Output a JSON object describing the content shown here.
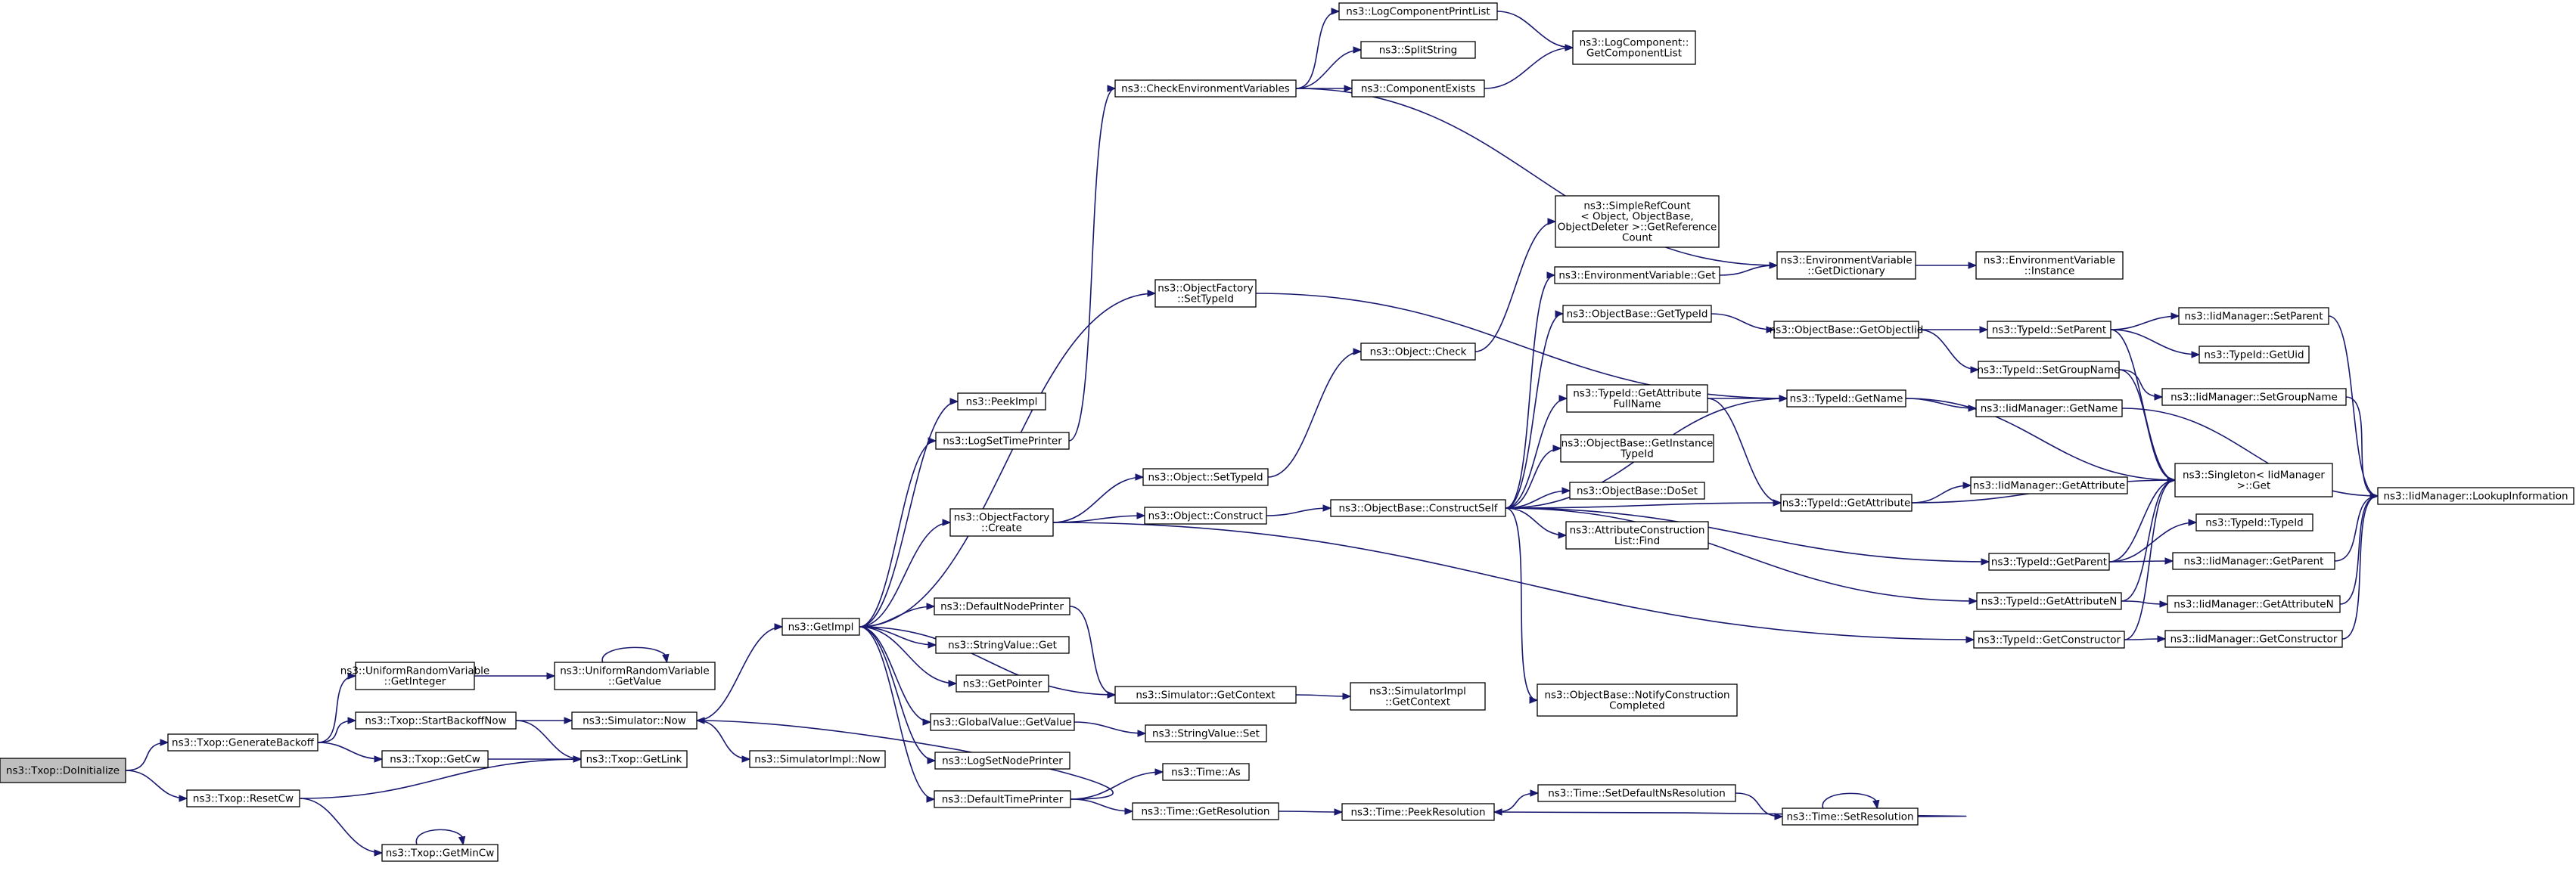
{
  "diagram": {
    "type": "call-graph",
    "title": "",
    "colors": {
      "edge": "#191970",
      "root_fill": "#bfbfbf",
      "node_fill": "#ffffff",
      "node_border": "#000000"
    },
    "nodes": [
      {
        "id": "DoInitialize",
        "lines": [
          "ns3::Txop::DoInitialize"
        ],
        "root": true
      },
      {
        "id": "GenerateBackoff",
        "lines": [
          "ns3::Txop::GenerateBackoff"
        ]
      },
      {
        "id": "ResetCw",
        "lines": [
          "ns3::Txop::ResetCw"
        ]
      },
      {
        "id": "URVGetInteger",
        "lines": [
          "ns3::UniformRandomVariable",
          "::GetInteger"
        ]
      },
      {
        "id": "StartBackoffNow",
        "lines": [
          "ns3::Txop::StartBackoffNow"
        ]
      },
      {
        "id": "GetCw",
        "lines": [
          "ns3::Txop::GetCw"
        ]
      },
      {
        "id": "GetMinCw",
        "lines": [
          "ns3::Txop::GetMinCw"
        ]
      },
      {
        "id": "URVGetValue",
        "lines": [
          "ns3::UniformRandomVariable",
          "::GetValue"
        ]
      },
      {
        "id": "SimNow",
        "lines": [
          "ns3::Simulator::Now"
        ]
      },
      {
        "id": "GetLink",
        "lines": [
          "ns3::Txop::GetLink"
        ]
      },
      {
        "id": "SimImplNow",
        "lines": [
          "ns3::SimulatorImpl::Now"
        ]
      },
      {
        "id": "GetImpl",
        "lines": [
          "ns3::GetImpl"
        ]
      },
      {
        "id": "PeekImpl",
        "lines": [
          "ns3::PeekImpl"
        ]
      },
      {
        "id": "LogSetTimePrinter",
        "lines": [
          "ns3::LogSetTimePrinter"
        ]
      },
      {
        "id": "OFCreate",
        "lines": [
          "ns3::ObjectFactory",
          "::Create"
        ]
      },
      {
        "id": "DefaultNodePrinter",
        "lines": [
          "ns3::DefaultNodePrinter"
        ]
      },
      {
        "id": "StringValueGet",
        "lines": [
          "ns3::StringValue::Get"
        ]
      },
      {
        "id": "GetPointer",
        "lines": [
          "ns3::GetPointer"
        ]
      },
      {
        "id": "GVGetValue",
        "lines": [
          "ns3::GlobalValue::GetValue"
        ]
      },
      {
        "id": "LogSetNodePrinter",
        "lines": [
          "ns3::LogSetNodePrinter"
        ]
      },
      {
        "id": "DefaultTimePrinter",
        "lines": [
          "ns3::DefaultTimePrinter"
        ]
      },
      {
        "id": "CheckEnv",
        "lines": [
          "ns3::CheckEnvironmentVariables"
        ]
      },
      {
        "id": "OFSetTypeId",
        "lines": [
          "ns3::ObjectFactory",
          "::SetTypeId"
        ]
      },
      {
        "id": "ObjSetTypeId",
        "lines": [
          "ns3::Object::SetTypeId"
        ]
      },
      {
        "id": "ObjConstruct",
        "lines": [
          "ns3::Object::Construct"
        ]
      },
      {
        "id": "SimGetContext",
        "lines": [
          "ns3::Simulator::GetContext"
        ]
      },
      {
        "id": "StringValueSet",
        "lines": [
          "ns3::StringValue::Set"
        ]
      },
      {
        "id": "TimeAs",
        "lines": [
          "ns3::Time::As"
        ]
      },
      {
        "id": "TimeGetRes",
        "lines": [
          "ns3::Time::GetResolution"
        ]
      },
      {
        "id": "LogCompPrintList",
        "lines": [
          "ns3::LogComponentPrintList"
        ]
      },
      {
        "id": "SplitString",
        "lines": [
          "ns3::SplitString"
        ]
      },
      {
        "id": "ComponentExists",
        "lines": [
          "ns3::ComponentExists"
        ]
      },
      {
        "id": "ObjCheck",
        "lines": [
          "ns3::Object::Check"
        ]
      },
      {
        "id": "OBConstructSelf",
        "lines": [
          "ns3::ObjectBase::ConstructSelf"
        ]
      },
      {
        "id": "SimImplGetContext",
        "lines": [
          "ns3::SimulatorImpl",
          "::GetContext"
        ]
      },
      {
        "id": "TimePeekRes",
        "lines": [
          "ns3::Time::PeekResolution"
        ]
      },
      {
        "id": "LogCompGetList",
        "lines": [
          "ns3::LogComponent::",
          "GetComponentList"
        ]
      },
      {
        "id": "SimpleRefCount",
        "lines": [
          "ns3::SimpleRefCount",
          "< Object, ObjectBase,",
          "ObjectDeleter >::GetReference",
          "Count"
        ]
      },
      {
        "id": "EnvVarGet",
        "lines": [
          "ns3::EnvironmentVariable::Get"
        ]
      },
      {
        "id": "OBGetTypeId",
        "lines": [
          "ns3::ObjectBase::GetTypeId"
        ]
      },
      {
        "id": "TIGetAttrFullName",
        "lines": [
          "ns3::TypeId::GetAttribute",
          "FullName"
        ]
      },
      {
        "id": "OBGetInstanceTypeId",
        "lines": [
          "ns3::ObjectBase::GetInstance",
          "TypeId"
        ]
      },
      {
        "id": "OBDoSet",
        "lines": [
          "ns3::ObjectBase::DoSet"
        ]
      },
      {
        "id": "ACListFind",
        "lines": [
          "ns3::AttributeConstruction",
          "List::Find"
        ]
      },
      {
        "id": "OBNotify",
        "lines": [
          "ns3::ObjectBase::NotifyConstruction",
          "Completed"
        ]
      },
      {
        "id": "TimeSetDefNsRes",
        "lines": [
          "ns3::Time::SetDefaultNsResolution"
        ]
      },
      {
        "id": "EnvVarGetDict",
        "lines": [
          "ns3::EnvironmentVariable",
          "::GetDictionary"
        ]
      },
      {
        "id": "OBGetObjectIid",
        "lines": [
          "ns3::ObjectBase::GetObjectIid"
        ]
      },
      {
        "id": "TIGetName",
        "lines": [
          "ns3::TypeId::GetName"
        ]
      },
      {
        "id": "TIGetAttribute",
        "lines": [
          "ns3::TypeId::GetAttribute"
        ]
      },
      {
        "id": "TIGetParent",
        "lines": [
          "ns3::TypeId::GetParent"
        ]
      },
      {
        "id": "TIGetAttributeN",
        "lines": [
          "ns3::TypeId::GetAttributeN"
        ]
      },
      {
        "id": "TIGetConstructor",
        "lines": [
          "ns3::TypeId::GetConstructor"
        ]
      },
      {
        "id": "TimeSetRes",
        "lines": [
          "ns3::Time::SetResolution"
        ]
      },
      {
        "id": "EnvVarInstance",
        "lines": [
          "ns3::EnvironmentVariable",
          "::Instance"
        ]
      },
      {
        "id": "TISetParent",
        "lines": [
          "ns3::TypeId::SetParent"
        ]
      },
      {
        "id": "TISetGroupName",
        "lines": [
          "ns3::TypeId::SetGroupName"
        ]
      },
      {
        "id": "IidGetName",
        "lines": [
          "ns3::IidManager::GetName"
        ]
      },
      {
        "id": "IidGetAttribute",
        "lines": [
          "ns3::IidManager::GetAttribute"
        ]
      },
      {
        "id": "SingletonGet",
        "lines": [
          "ns3::Singleton< IidManager",
          ">::Get"
        ]
      },
      {
        "id": "IidSetParent",
        "lines": [
          "ns3::IidManager::SetParent"
        ]
      },
      {
        "id": "TIGetUid",
        "lines": [
          "ns3::TypeId::GetUid"
        ]
      },
      {
        "id": "IidSetGroupName",
        "lines": [
          "ns3::IidManager::SetGroupName"
        ]
      },
      {
        "id": "TITypeId",
        "lines": [
          "ns3::TypeId::TypeId"
        ]
      },
      {
        "id": "IidGetParent",
        "lines": [
          "ns3::IidManager::GetParent"
        ]
      },
      {
        "id": "IidGetAttributeN",
        "lines": [
          "ns3::IidManager::GetAttributeN"
        ]
      },
      {
        "id": "IidGetConstructor",
        "lines": [
          "ns3::IidManager::GetConstructor"
        ]
      },
      {
        "id": "IidLookup",
        "lines": [
          "ns3::IidManager::LookupInformation"
        ]
      }
    ],
    "edges": [
      [
        "DoInitialize",
        "GenerateBackoff"
      ],
      [
        "DoInitialize",
        "ResetCw"
      ],
      [
        "GenerateBackoff",
        "URVGetInteger"
      ],
      [
        "GenerateBackoff",
        "StartBackoffNow"
      ],
      [
        "GenerateBackoff",
        "GetCw"
      ],
      [
        "ResetCw",
        "GetMinCw"
      ],
      [
        "ResetCw",
        "GetLink"
      ],
      [
        "URVGetInteger",
        "URVGetValue"
      ],
      [
        "URVGetValue",
        "URVGetValue"
      ],
      [
        "StartBackoffNow",
        "SimNow"
      ],
      [
        "StartBackoffNow",
        "GetLink"
      ],
      [
        "GetCw",
        "GetLink"
      ],
      [
        "GetMinCw",
        "GetMinCw"
      ],
      [
        "SimNow",
        "GetImpl"
      ],
      [
        "SimNow",
        "SimImplNow"
      ],
      [
        "GetImpl",
        "PeekImpl"
      ],
      [
        "GetImpl",
        "LogSetTimePrinter"
      ],
      [
        "GetImpl",
        "OFCreate"
      ],
      [
        "GetImpl",
        "OFSetTypeId"
      ],
      [
        "GetImpl",
        "DefaultNodePrinter"
      ],
      [
        "GetImpl",
        "StringValueGet"
      ],
      [
        "GetImpl",
        "GetPointer"
      ],
      [
        "GetImpl",
        "GVGetValue"
      ],
      [
        "GetImpl",
        "LogSetNodePrinter"
      ],
      [
        "GetImpl",
        "DefaultTimePrinter"
      ],
      [
        "GetImpl",
        "SimGetContext"
      ],
      [
        "LogSetTimePrinter",
        "CheckEnv"
      ],
      [
        "OFCreate",
        "ObjSetTypeId"
      ],
      [
        "OFCreate",
        "ObjConstruct"
      ],
      [
        "OFCreate",
        "TIGetConstructor"
      ],
      [
        "DefaultNodePrinter",
        "SimGetContext"
      ],
      [
        "GVGetValue",
        "StringValueSet"
      ],
      [
        "DefaultTimePrinter",
        "SimNow"
      ],
      [
        "DefaultTimePrinter",
        "TimeAs"
      ],
      [
        "DefaultTimePrinter",
        "TimeGetRes"
      ],
      [
        "CheckEnv",
        "LogCompPrintList"
      ],
      [
        "CheckEnv",
        "SplitString"
      ],
      [
        "CheckEnv",
        "ComponentExists"
      ],
      [
        "CheckEnv",
        "EnvVarGetDict"
      ],
      [
        "OFSetTypeId",
        "TIGetName"
      ],
      [
        "ObjSetTypeId",
        "ObjCheck"
      ],
      [
        "ObjConstruct",
        "OBConstructSelf"
      ],
      [
        "SimGetContext",
        "SimImplGetContext"
      ],
      [
        "TimeGetRes",
        "TimePeekRes"
      ],
      [
        "LogCompPrintList",
        "LogCompGetList"
      ],
      [
        "ComponentExists",
        "LogCompGetList"
      ],
      [
        "ObjCheck",
        "SimpleRefCount"
      ],
      [
        "OBConstructSelf",
        "EnvVarGet"
      ],
      [
        "OBConstructSelf",
        "OBGetTypeId"
      ],
      [
        "OBConstructSelf",
        "TIGetAttrFullName"
      ],
      [
        "OBConstructSelf",
        "OBGetInstanceTypeId"
      ],
      [
        "OBConstructSelf",
        "OBDoSet"
      ],
      [
        "OBConstructSelf",
        "ACListFind"
      ],
      [
        "OBConstructSelf",
        "OBNotify"
      ],
      [
        "OBConstructSelf",
        "TIGetName"
      ],
      [
        "OBConstructSelf",
        "TIGetAttribute"
      ],
      [
        "OBConstructSelf",
        "TIGetParent"
      ],
      [
        "OBConstructSelf",
        "TIGetAttributeN"
      ],
      [
        "TimePeekRes",
        "TimeSetDefNsRes"
      ],
      [
        "TimeSetDefNsRes",
        "TimeSetRes"
      ],
      [
        "TimeSetRes",
        "TimePeekRes"
      ],
      [
        "TimeSetRes",
        "TimeSetRes"
      ],
      [
        "EnvVarGet",
        "EnvVarGetDict"
      ],
      [
        "OBGetTypeId",
        "OBGetObjectIid"
      ],
      [
        "TIGetAttrFullName",
        "TIGetName"
      ],
      [
        "TIGetAttrFullName",
        "TIGetAttribute"
      ],
      [
        "EnvVarGetDict",
        "EnvVarInstance"
      ],
      [
        "OBGetObjectIid",
        "TISetParent"
      ],
      [
        "OBGetObjectIid",
        "TISetGroupName"
      ],
      [
        "TIGetName",
        "IidGetName"
      ],
      [
        "TIGetName",
        "SingletonGet"
      ],
      [
        "TIGetAttribute",
        "IidGetAttribute"
      ],
      [
        "TIGetAttribute",
        "SingletonGet"
      ],
      [
        "TIGetParent",
        "TITypeId"
      ],
      [
        "TIGetParent",
        "IidGetParent"
      ],
      [
        "TIGetParent",
        "SingletonGet"
      ],
      [
        "TIGetAttributeN",
        "IidGetAttributeN"
      ],
      [
        "TIGetAttributeN",
        "SingletonGet"
      ],
      [
        "TIGetConstructor",
        "IidGetConstructor"
      ],
      [
        "TIGetConstructor",
        "SingletonGet"
      ],
      [
        "TISetParent",
        "IidSetParent"
      ],
      [
        "TISetParent",
        "TIGetUid"
      ],
      [
        "TISetParent",
        "SingletonGet"
      ],
      [
        "TISetGroupName",
        "IidSetGroupName"
      ],
      [
        "TISetGroupName",
        "SingletonGet"
      ],
      [
        "IidGetName",
        "IidLookup"
      ],
      [
        "IidSetParent",
        "IidLookup"
      ],
      [
        "IidSetGroupName",
        "IidLookup"
      ],
      [
        "IidGetParent",
        "IidLookup"
      ],
      [
        "IidGetAttributeN",
        "IidLookup"
      ],
      [
        "IidGetConstructor",
        "IidLookup"
      ]
    ]
  }
}
